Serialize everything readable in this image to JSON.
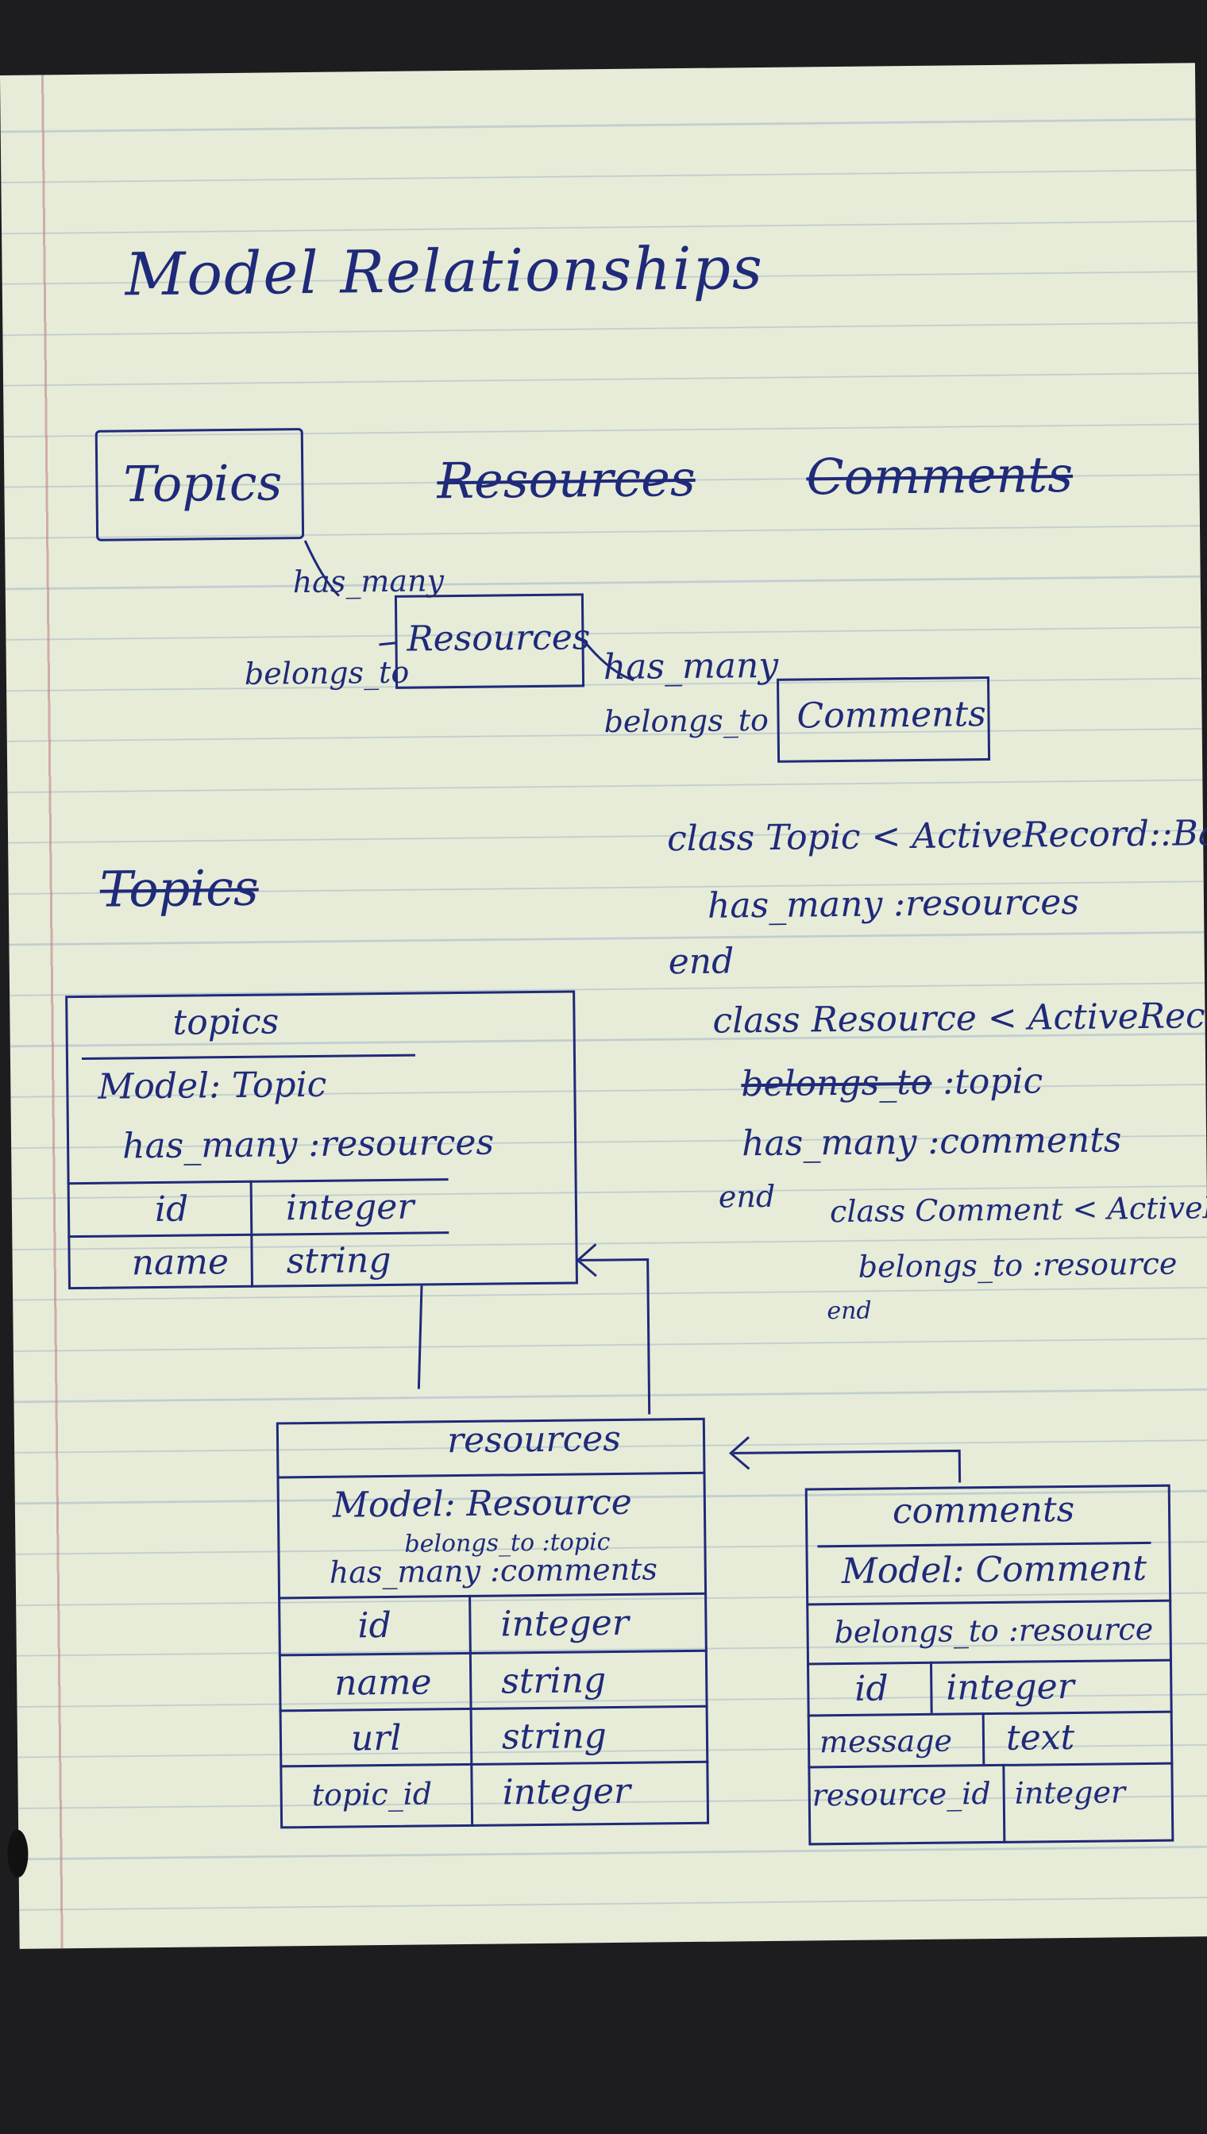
{
  "title": "Model Relationships",
  "overview": {
    "topics": "Topics",
    "resources_crossed": "Resources",
    "comments_crossed": "Comments",
    "has_many_1": "has_many",
    "belongs_to_1": "belongs_to",
    "resources": "Resources",
    "has_many_2": "has_many",
    "belongs_to_2": "belongs_to",
    "comments": "Comments"
  },
  "crossed_heading": "Topics",
  "code": {
    "l1": "class Topic < ActiveRecord::Base",
    "l2": "has_many :resources",
    "l3": "end",
    "l4": "class Resource < ActiveRecord::Base",
    "l5_struck": "belongs_to",
    "l5": ":topic",
    "l6": "has_many :comments",
    "l7": "end",
    "l8": "class Comment < ActiveRecord::Base",
    "l9": "belongs_to :resource",
    "l10": "end"
  },
  "topics_table": {
    "name": "topics",
    "model": "Model: Topic",
    "assoc": "has_many :resources",
    "rows": [
      {
        "field": "id",
        "type": "integer"
      },
      {
        "field": "name",
        "type": "string"
      }
    ]
  },
  "resources_table": {
    "name": "resources",
    "model": "Model: Resource",
    "assoc1": "belongs_to :topic",
    "assoc2": "has_many :comments",
    "rows": [
      {
        "field": "id",
        "type": "integer"
      },
      {
        "field": "name",
        "type": "string"
      },
      {
        "field": "url",
        "type": "string"
      },
      {
        "field": "topic_id",
        "type": "integer"
      }
    ]
  },
  "comments_table": {
    "name": "comments",
    "model": "Model: Comment",
    "assoc": "belongs_to :resource",
    "rows": [
      {
        "field": "id",
        "type": "integer"
      },
      {
        "field": "message",
        "type": "text"
      },
      {
        "field": "resource_id",
        "type": "integer"
      }
    ]
  }
}
